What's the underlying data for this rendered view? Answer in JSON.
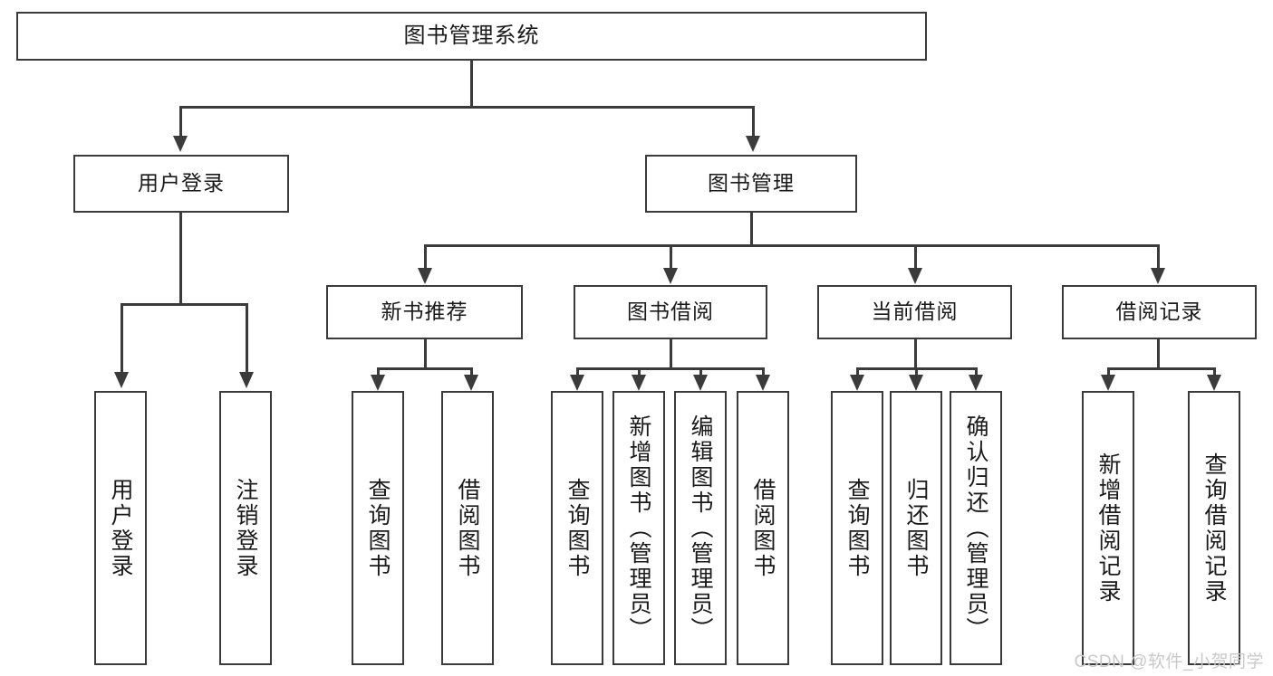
{
  "diagram": {
    "type": "tree-hierarchy-chart",
    "title": "图书管理系统",
    "watermark": "CSDN @软件_小贺同学",
    "colors": {
      "stroke": "#3b3b3b",
      "fill": "#ffffff",
      "text": "#1a1a1a",
      "watermark": "#c9c9c9"
    },
    "root": {
      "label": "图书管理系统"
    },
    "level2": [
      {
        "label": "用户登录"
      },
      {
        "label": "图书管理"
      }
    ],
    "level3": [
      {
        "label": "新书推荐"
      },
      {
        "label": "图书借阅"
      },
      {
        "label": "当前借阅"
      },
      {
        "label": "借阅记录"
      }
    ],
    "leaves": {
      "user_login": [
        {
          "label": "用户登录"
        },
        {
          "label": "注销登录"
        }
      ],
      "new_book_recommend": [
        {
          "label": "查询图书"
        },
        {
          "label": "借阅图书"
        }
      ],
      "book_borrow": [
        {
          "label": "查询图书"
        },
        {
          "label": "新增图书（管理员）"
        },
        {
          "label": "编辑图书（管理员）"
        },
        {
          "label": "借阅图书"
        }
      ],
      "current_borrow": [
        {
          "label": "查询图书"
        },
        {
          "label": "归还图书"
        },
        {
          "label": "确认归还（管理员）"
        }
      ],
      "borrow_record": [
        {
          "label": "新增借阅记录"
        },
        {
          "label": "查询借阅记录"
        }
      ]
    }
  }
}
